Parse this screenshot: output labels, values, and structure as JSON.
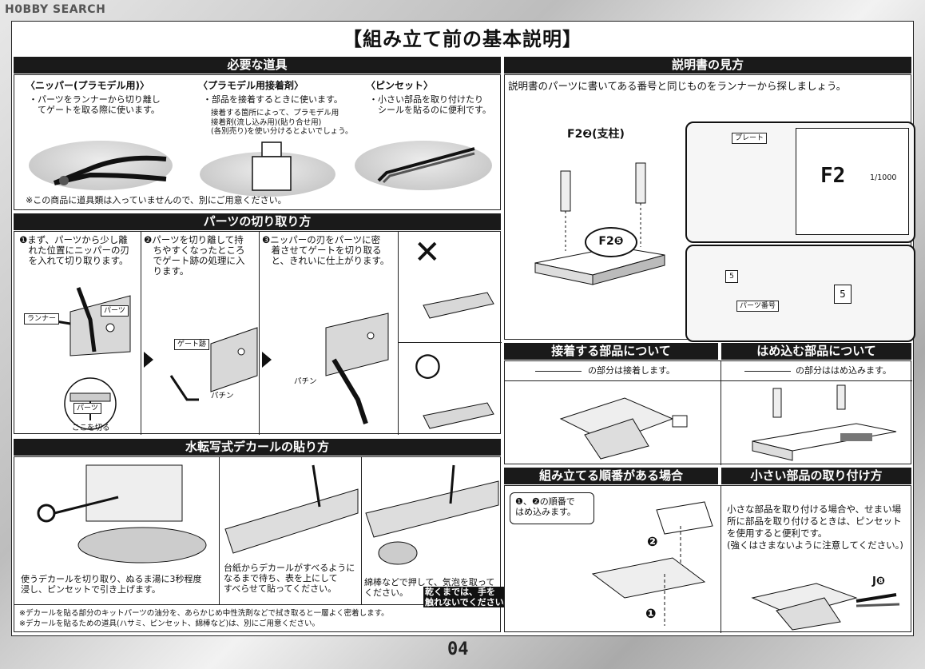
{
  "watermark": "H0BBY SEARCH",
  "page_title": "【組み立て前の基本説明】",
  "tools": {
    "header": "必要な道具",
    "items": [
      {
        "title": "〈ニッパー(プラモデル用)〉",
        "desc": "・パーツをランナーから切り離し\n　てゲートを取る際に使います。",
        "icon": "nipper-icon"
      },
      {
        "title": "〈プラモデル用接着剤〉",
        "desc": "・部品を接着するときに使います。",
        "note": "接着する箇所によって、プラモデル用\n接着剤(流し込み用)(貼り合せ用)\n(各別売り)を使い分けるとよいでしょう。",
        "icon": "glue-bottle-icon"
      },
      {
        "title": "〈ピンセット〉",
        "desc": "・小さい部品を取り付けたり\n　シールを貼るのに便利です。",
        "icon": "tweezers-icon"
      }
    ],
    "footnote": "※この商品に道具類は入っていませんので、別にご用意ください。"
  },
  "cutting": {
    "header": "パーツの切り取り方",
    "steps": [
      "❶まず、パーツから少し離\n　れた位置にニッパーの刃\n　を入れて切り取ります。",
      "❷パーツを切り離して持\n　ちやすくなったところ\n　でゲート跡の処理に入\n　ります。",
      "❸ニッパーの刃をパーツに密\n　着させてゲートを切り取る\n　と、きれいに仕上がります。"
    ],
    "labels": {
      "runner": "ランナー",
      "parts": "パーツ",
      "parts2": "パーツ",
      "cut_here": "ここを切る",
      "gate_mark": "ゲート跡",
      "pachin1": "パチン",
      "pachin2": "パチン"
    },
    "bad_mark": "✕",
    "good_mark": "○"
  },
  "decal": {
    "header": "水転写式デカールの貼り方",
    "captions": [
      "使うデカールを切り取り、ぬるま湯に3秒程度\n浸し、ピンセットで引き上げます。",
      "台紙からデカールがすべるように\nなるまで待ち、表を上にして\nすべらせて貼ってください。",
      "綿棒などで押して、気泡を取って\nください。"
    ],
    "caption3_highlight": "乾くまでは、手を\n触れないでください。",
    "notes": [
      "※デカールを貼る部分のキットパーツの油分を、あらかじめ中性洗剤などで拭き取ると一層よく密着します。",
      "※デカールを貼るための道具(ハサミ、ピンセット、綿棒など)は、別にご用意ください。"
    ]
  },
  "manual": {
    "header": "説明書の見方",
    "desc": "説明書のパーツに書いてある番号と同じものをランナーから探しましょう。",
    "part_label": "F2❷(支柱)",
    "part_label2": "F2❺",
    "plate_label": "プレート",
    "plate_text": "F2",
    "plate_scale": "1/1000",
    "part_number_label": "パーツ番号",
    "num1": "5",
    "num2": "5"
  },
  "glue_parts": {
    "header": "接着する部品について",
    "desc": "の部分は接着します。"
  },
  "snap_parts": {
    "header": "はめ込む部品について",
    "desc": "の部分ははめ込みます。"
  },
  "order": {
    "header": "組み立てる順番がある場合",
    "note": "❶、❷の順番で\nはめ込みます。",
    "step1": "❶",
    "step2": "❷"
  },
  "small": {
    "header": "小さい部品の取り付け方",
    "desc": "小さな部品を取り付ける場合や、せまい場\n所に部品を取り付けるときは、ピンセット\nを使用すると便利です。\n(強くはさまないように注意してください。)",
    "label": "J❽"
  },
  "page_number": "04"
}
